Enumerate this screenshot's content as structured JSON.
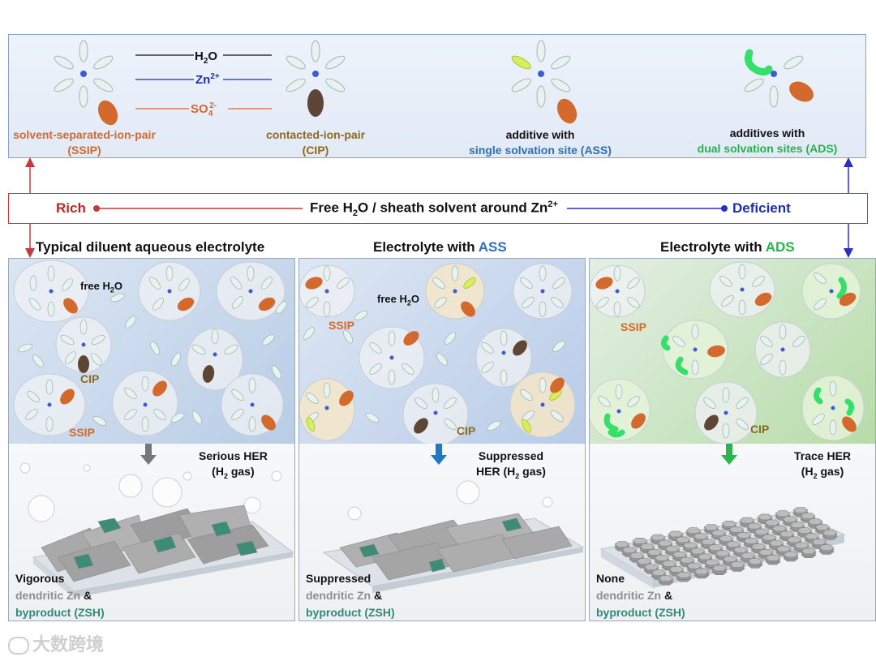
{
  "legend": {
    "items": [
      {
        "line1": "solvent-separated-ion-pair",
        "line2": "(SSIP)"
      },
      {
        "line1": "contacted-ion-pair",
        "line2": "(CIP)"
      },
      {
        "line1": "additive with",
        "line2": "single solvation site (ASS)"
      },
      {
        "line1": "additives with",
        "line2": "dual solvation sites (ADS)"
      }
    ],
    "key": {
      "h2o": "H",
      "h2o_sub": "2",
      "h2o_tail": "O",
      "zn": "Zn",
      "zn_sup": "2+",
      "so4": "SO",
      "so4_sub": "4",
      "so4_sup": "2-"
    }
  },
  "bar": {
    "rich": "Rich",
    "deficient": "Deficient",
    "center_a": "Free H",
    "center_sub": "2",
    "center_b": "O / sheath solvent around Zn",
    "center_sup": "2+"
  },
  "panels": [
    {
      "title_a": "Typical diluent aqueous electrolyte",
      "title_b": "",
      "labels": {
        "free_a": "free H",
        "free_sub": "2",
        "free_b": "O",
        "ssip": "SSIP",
        "cip": "CIP"
      },
      "her_line1": "Serious HER",
      "her_line2_a": "(H",
      "her_line2_sub": "2",
      "her_line2_b": " gas)",
      "bottom_line1": "Vigorous",
      "bottom_line2_a": "dendritic Zn",
      "bottom_line2_b": " &",
      "bottom_line3": "byproduct (ZSH)"
    },
    {
      "title_a": "Electrolyte with ",
      "title_b": "ASS",
      "labels": {
        "free_a": "free H",
        "free_sub": "2",
        "free_b": "O",
        "ssip": "SSIP",
        "cip": "CIP"
      },
      "her_line1": "Suppressed",
      "her_line2_a": "HER (H",
      "her_line2_sub": "2",
      "her_line2_b": " gas)",
      "bottom_line1": "Suppressed",
      "bottom_line2_a": "dendritic Zn",
      "bottom_line2_b": " &",
      "bottom_line3": "byproduct (ZSH)"
    },
    {
      "title_a": "Electrolyte with ",
      "title_b": "ADS",
      "labels": {
        "ssip": "SSIP",
        "cip": "CIP"
      },
      "her_line1": "Trace HER",
      "her_line2_a": "(H",
      "her_line2_sub": "2",
      "her_line2_b": " gas)",
      "bottom_line1": "None",
      "bottom_line2_a": "dendritic Zn",
      "bottom_line2_b": " &",
      "bottom_line3": "byproduct (ZSH)"
    }
  ],
  "watermark": "大数跨境",
  "colors": {
    "ssip_orange": "#d4692d",
    "cip_brown": "#5e4636",
    "zn_blue": "#3b5bdb",
    "ass_yellow": "#d6ef5a",
    "ads_green": "#35e06a",
    "rich_red": "#c23a3a",
    "deficient_blue": "#2a2fc0"
  }
}
